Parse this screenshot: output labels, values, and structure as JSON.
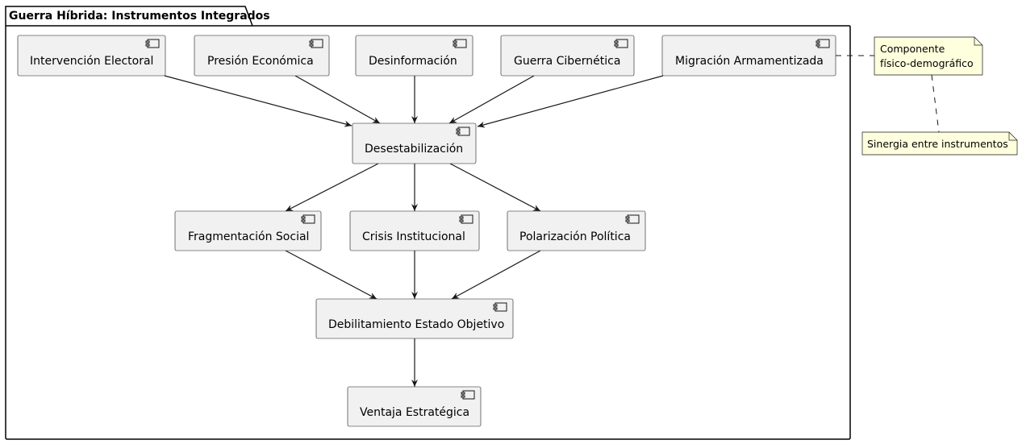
{
  "package": {
    "title": "Guerra Híbrida: Instrumentos Integrados"
  },
  "components": {
    "intervencion": "Intervención Electoral",
    "presion": "Presión Económica",
    "desinformacion": "Desinformación",
    "cibernetica": "Guerra Cibernética",
    "migracion": "Migración Armamentizada",
    "desestabilizacion": "Desestabilización",
    "fragmentacion": "Fragmentación Social",
    "crisis": "Crisis Institucional",
    "polarizacion": "Polarización Política",
    "debilitamiento": "Debilitamiento Estado Objetivo",
    "ventaja": "Ventaja Estratégica"
  },
  "notes": {
    "componente_line1": "Componente",
    "componente_line2": "físico-demográfico",
    "sinergia": "Sinergia entre instrumentos"
  },
  "colors": {
    "component_fill": "#f1f1f1",
    "component_border": "#181818",
    "note_fill": "#feffdd",
    "arrow": "#181818"
  }
}
